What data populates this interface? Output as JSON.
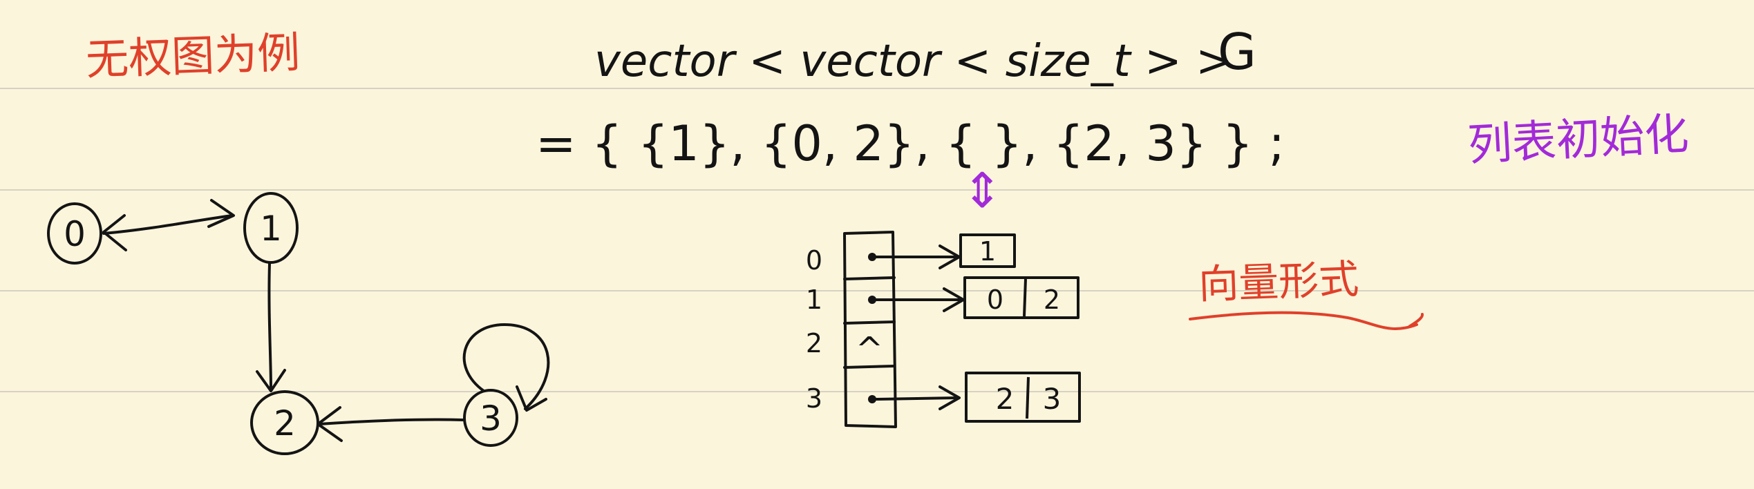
{
  "colors": {
    "paper": "#fbf5dc",
    "rule_line": "#d6d2c2",
    "ink": "#141414",
    "red_ink": "#e0402a",
    "purple_ink": "#a22ad8"
  },
  "notes": {
    "title_red": "无权图为例",
    "code_line1": "vector < vector < size_t > >",
    "code_var": "G",
    "code_line2": "= { {1}, {0, 2}, { }, {2, 3} } ;",
    "equiv_symbol": "⇕",
    "right_label_purple": "列表初始化",
    "right_label_red": "向量形式"
  },
  "graph": {
    "nodes": [
      {
        "label": "0"
      },
      {
        "label": "1"
      },
      {
        "label": "2"
      },
      {
        "label": "3"
      }
    ]
  },
  "adjacency": {
    "indices": [
      "0",
      "1",
      "2",
      "3"
    ],
    "null_symbol": "^",
    "lists": [
      [
        "1"
      ],
      [
        "0",
        "2"
      ],
      [],
      [
        "2",
        "3"
      ]
    ]
  }
}
